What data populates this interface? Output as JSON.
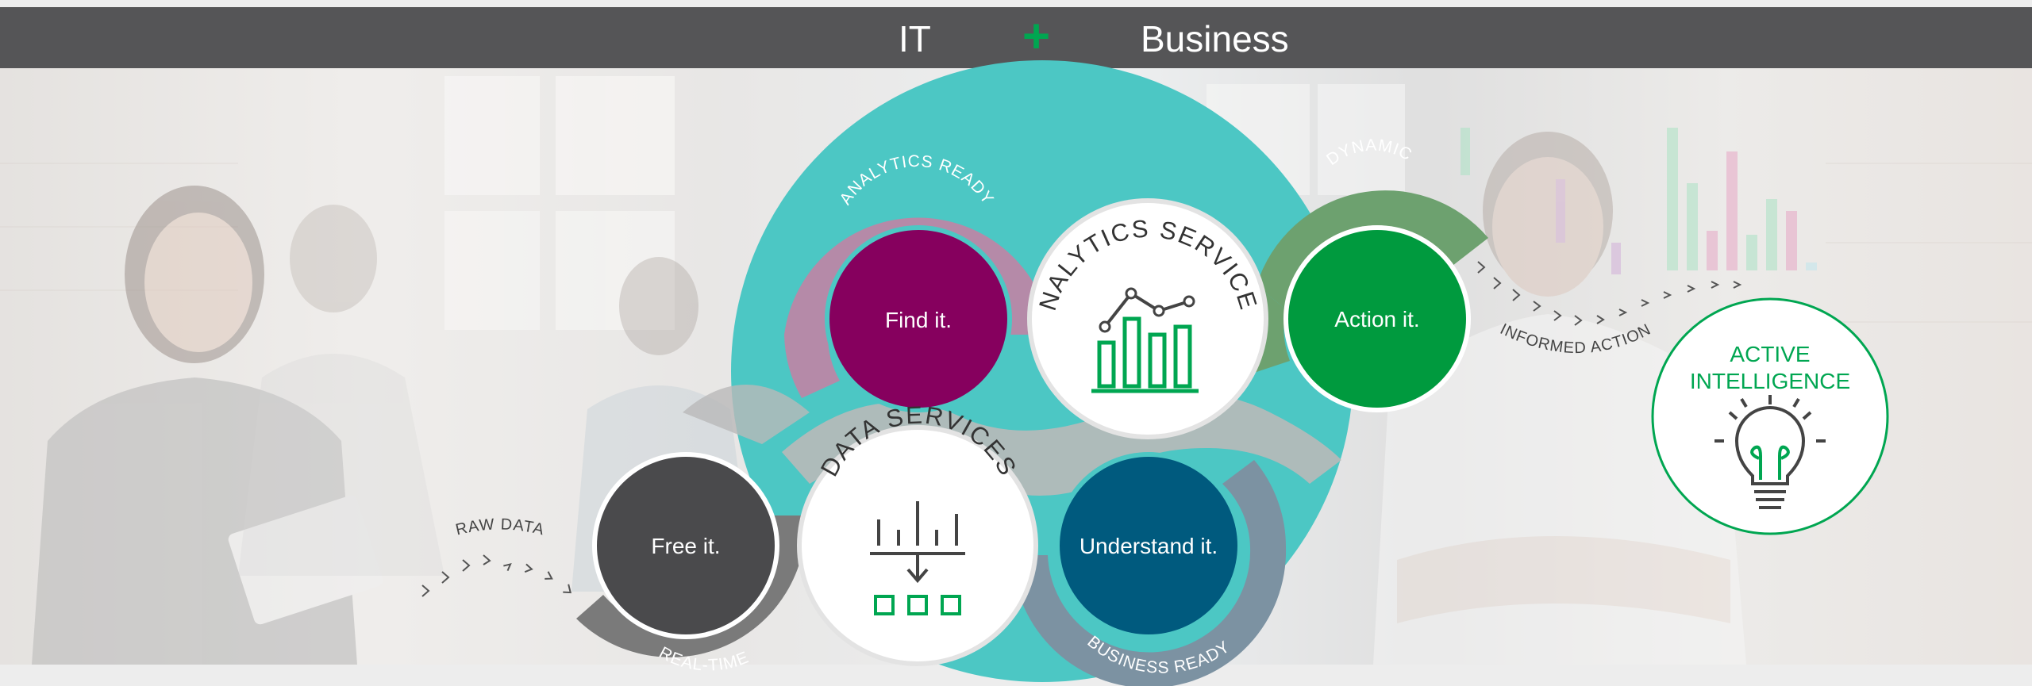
{
  "header": {
    "left_label": "IT",
    "plus_symbol": "+",
    "right_label": "Business"
  },
  "colors": {
    "header_bg": "#555557",
    "teal": "#4cc7c4",
    "purple": "#86005e",
    "green": "#009a3e",
    "dark_grey": "#4a4a4c",
    "navy": "#005a7e",
    "plus_green": "#00a651"
  },
  "cycle": {
    "free": {
      "label": "Free it.",
      "arc_label": "REAL-TIME"
    },
    "find": {
      "label": "Find it.",
      "arc_label": "ANALYTICS READY"
    },
    "action": {
      "label": "Action it.",
      "arc_label": "DYNAMIC"
    },
    "understand": {
      "label": "Understand it.",
      "arc_label": "BUSINESS READY"
    }
  },
  "services": {
    "data": {
      "title": "DATA SERVICES",
      "icon": "data-download-icon"
    },
    "analytics": {
      "title": "ANALYTICS SERVICES",
      "icon": "bar-line-chart-icon"
    }
  },
  "flow": {
    "input_label": "RAW DATA",
    "output_label": "INFORMED ACTION"
  },
  "outcome": {
    "line1": "ACTIVE",
    "line2": "INTELLIGENCE",
    "icon": "lightbulb-icon"
  }
}
